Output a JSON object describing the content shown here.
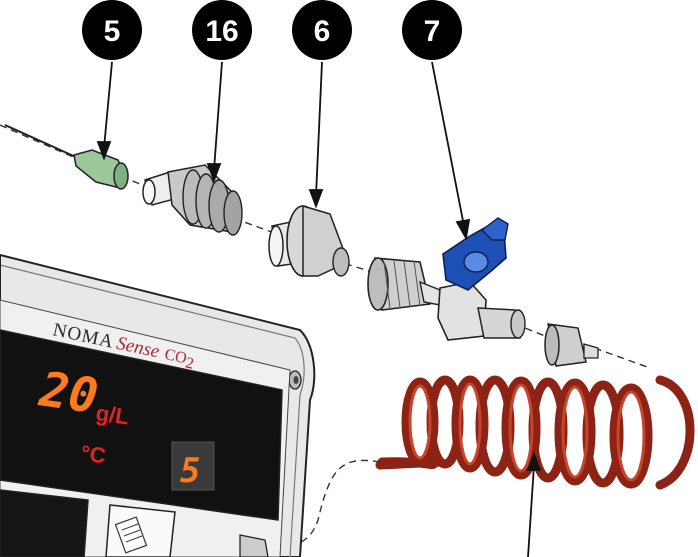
{
  "callouts": [
    "5",
    "16",
    "6",
    "7"
  ],
  "device": {
    "brand_prefix": "NOMA",
    "brand_name": "Sense",
    "brand_suffix": "CO",
    "brand_subscript": "2",
    "main_display": "20",
    "unit_concentration": "g/L",
    "unit_temperature": "°C",
    "small_display": "5"
  },
  "colors": {
    "tubing": "#b3301f",
    "stopcock": "#1e4fb5",
    "display_text": "#ff7a1a",
    "unit_text": "#e52222"
  }
}
